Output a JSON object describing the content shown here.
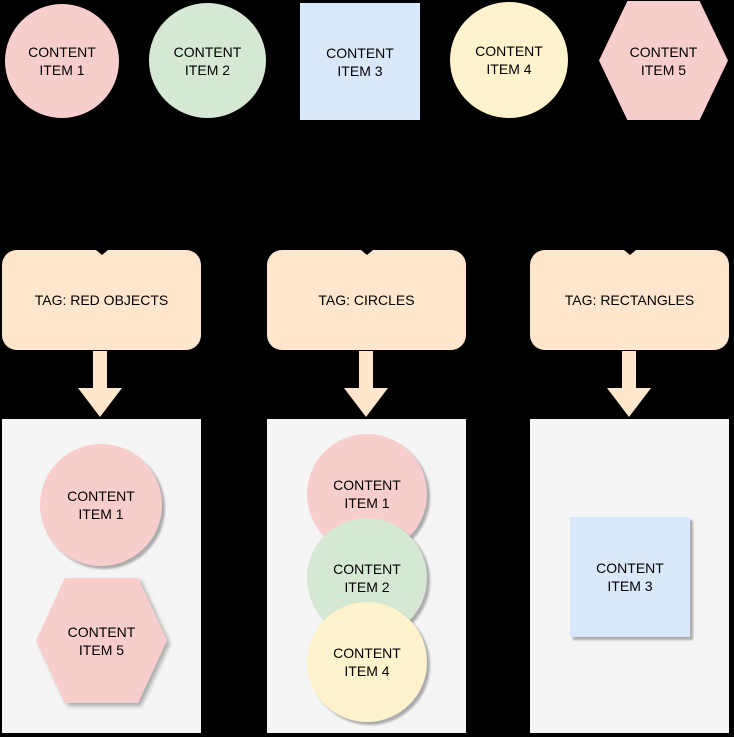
{
  "diagram": {
    "palette": {
      "background": "#000000",
      "pink": "#F8CECC",
      "green": "#D5E8D4",
      "blue": "#DAE8FC",
      "yellow": "#FFF2CC",
      "peach": "#FFE6CC",
      "container_gray": "#F5F5F5",
      "text": "#000000"
    },
    "source_items": [
      {
        "shape": "circle",
        "fill": "pink",
        "line1": "CONTENT",
        "line2": "ITEM 1"
      },
      {
        "shape": "circle",
        "fill": "green",
        "line1": "CONTENT",
        "line2": "ITEM 2"
      },
      {
        "shape": "square",
        "fill": "blue",
        "line1": "CONTENT",
        "line2": "ITEM 3"
      },
      {
        "shape": "circle",
        "fill": "yellow",
        "line1": "CONTENT",
        "line2": "ITEM 4"
      },
      {
        "shape": "hexagon",
        "fill": "pink",
        "line1": "CONTENT",
        "line2": "ITEM 5"
      }
    ],
    "groups": [
      {
        "tag_label": "TAG: RED OBJECTS",
        "members": [
          {
            "shape": "circle",
            "fill": "pink",
            "line1": "CONTENT",
            "line2": "ITEM 1"
          },
          {
            "shape": "hexagon",
            "fill": "pink",
            "line1": "CONTENT",
            "line2": "ITEM 5"
          }
        ]
      },
      {
        "tag_label": "TAG: CIRCLES",
        "members": [
          {
            "shape": "circle",
            "fill": "pink",
            "line1": "CONTENT",
            "line2": "ITEM 1"
          },
          {
            "shape": "circle",
            "fill": "green",
            "line1": "CONTENT",
            "line2": "ITEM 2"
          },
          {
            "shape": "circle",
            "fill": "yellow",
            "line1": "CONTENT",
            "line2": "ITEM 4"
          }
        ]
      },
      {
        "tag_label": "TAG: RECTANGLES",
        "members": [
          {
            "shape": "square",
            "fill": "blue",
            "line1": "CONTENT",
            "line2": "ITEM 3"
          }
        ]
      }
    ]
  }
}
